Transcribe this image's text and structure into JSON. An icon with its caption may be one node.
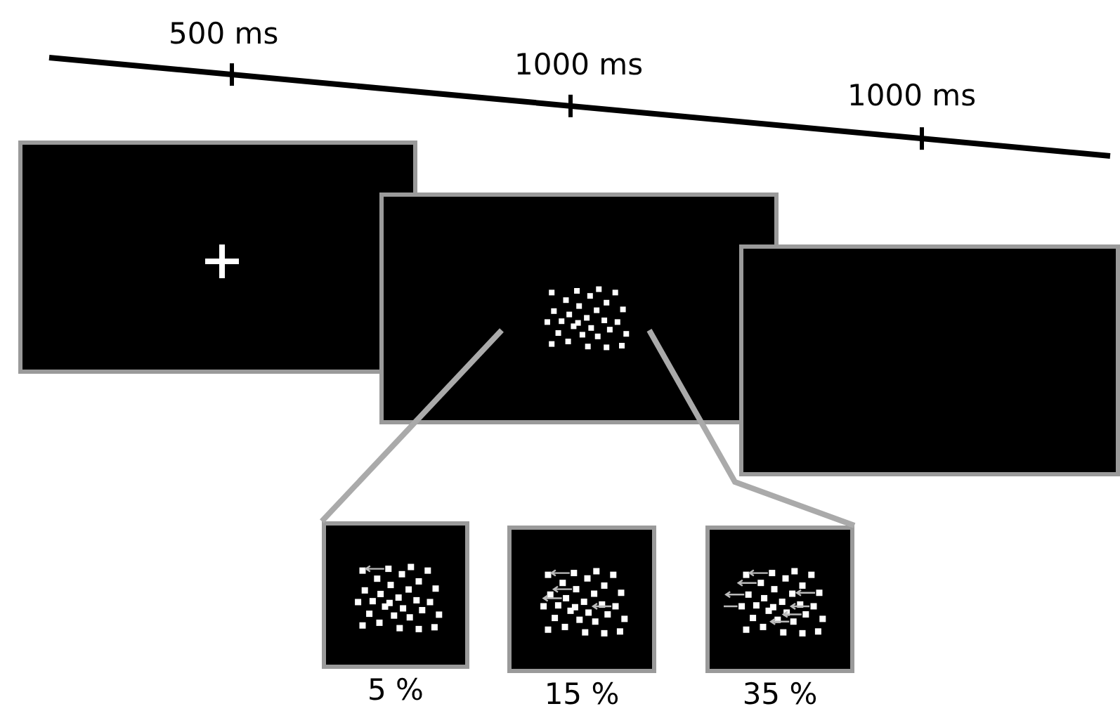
{
  "diagram": {
    "nodes": [
      {
        "text": [],
        "shape": "box"
      },
      {
        "text": [],
        "shape": "box"
      },
      {
        "text": [],
        "shape": "box"
      },
      {
        "text": [],
        "shape": "box",
        "beside": [
          "5 %"
        ]
      },
      {
        "text": [],
        "shape": "box",
        "beside": [
          "15 %"
        ]
      },
      {
        "text": [],
        "shape": "box",
        "beside": [
          "35 %"
        ]
      }
    ],
    "edges": [
      {
        "from": 1,
        "to": 3,
        "arrow": "none"
      },
      {
        "from": 1,
        "to": 5,
        "arrow": "none"
      }
    ],
    "labels": [
      "500 ms",
      "1000 ms",
      "1000 ms"
    ]
  }
}
